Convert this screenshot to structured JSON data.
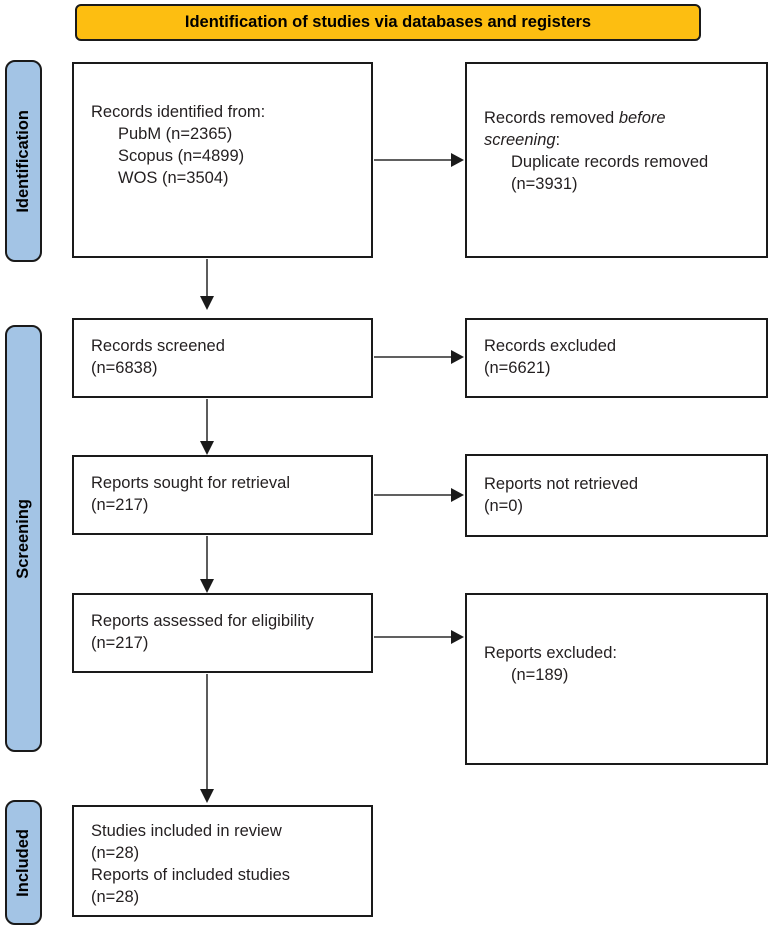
{
  "header": {
    "title": "Identification of studies via databases and registers"
  },
  "colors": {
    "header_bg": "#FDBE11",
    "stage_bg": "#A3C4E5",
    "box_border": "#1a1a1a"
  },
  "stages": {
    "identification": "Identification",
    "screening": "Screening",
    "included": "Included"
  },
  "boxes": {
    "records_identified": {
      "title": "Records identified from:",
      "items": [
        "PubM (n=2365)",
        "Scopus (n=4899)",
        "WOS (n=3504)"
      ]
    },
    "records_removed": {
      "line1_normal": "Records removed ",
      "line1_italic": "before",
      "line2_italic": "screening",
      "line2_suffix": ":",
      "items": [
        "Duplicate records removed",
        "(n=3931)"
      ]
    },
    "records_screened": {
      "lines": [
        "Records screened",
        "(n=6838)"
      ]
    },
    "records_excluded": {
      "lines": [
        "Records excluded",
        "(n=6621)"
      ]
    },
    "reports_sought": {
      "lines": [
        "Reports sought for retrieval",
        "(n=217)"
      ]
    },
    "reports_not_retrieved": {
      "lines": [
        "Reports not retrieved",
        "(n=0)"
      ]
    },
    "reports_assessed": {
      "lines": [
        "Reports assessed for eligibility",
        "(n=217)"
      ]
    },
    "reports_excluded": {
      "title": "Reports excluded:",
      "items": [
        "(n=189)"
      ]
    },
    "studies_included": {
      "lines": [
        "Studies included in review",
        "(n=28)",
        "Reports of included studies",
        "(n=28)"
      ]
    }
  }
}
